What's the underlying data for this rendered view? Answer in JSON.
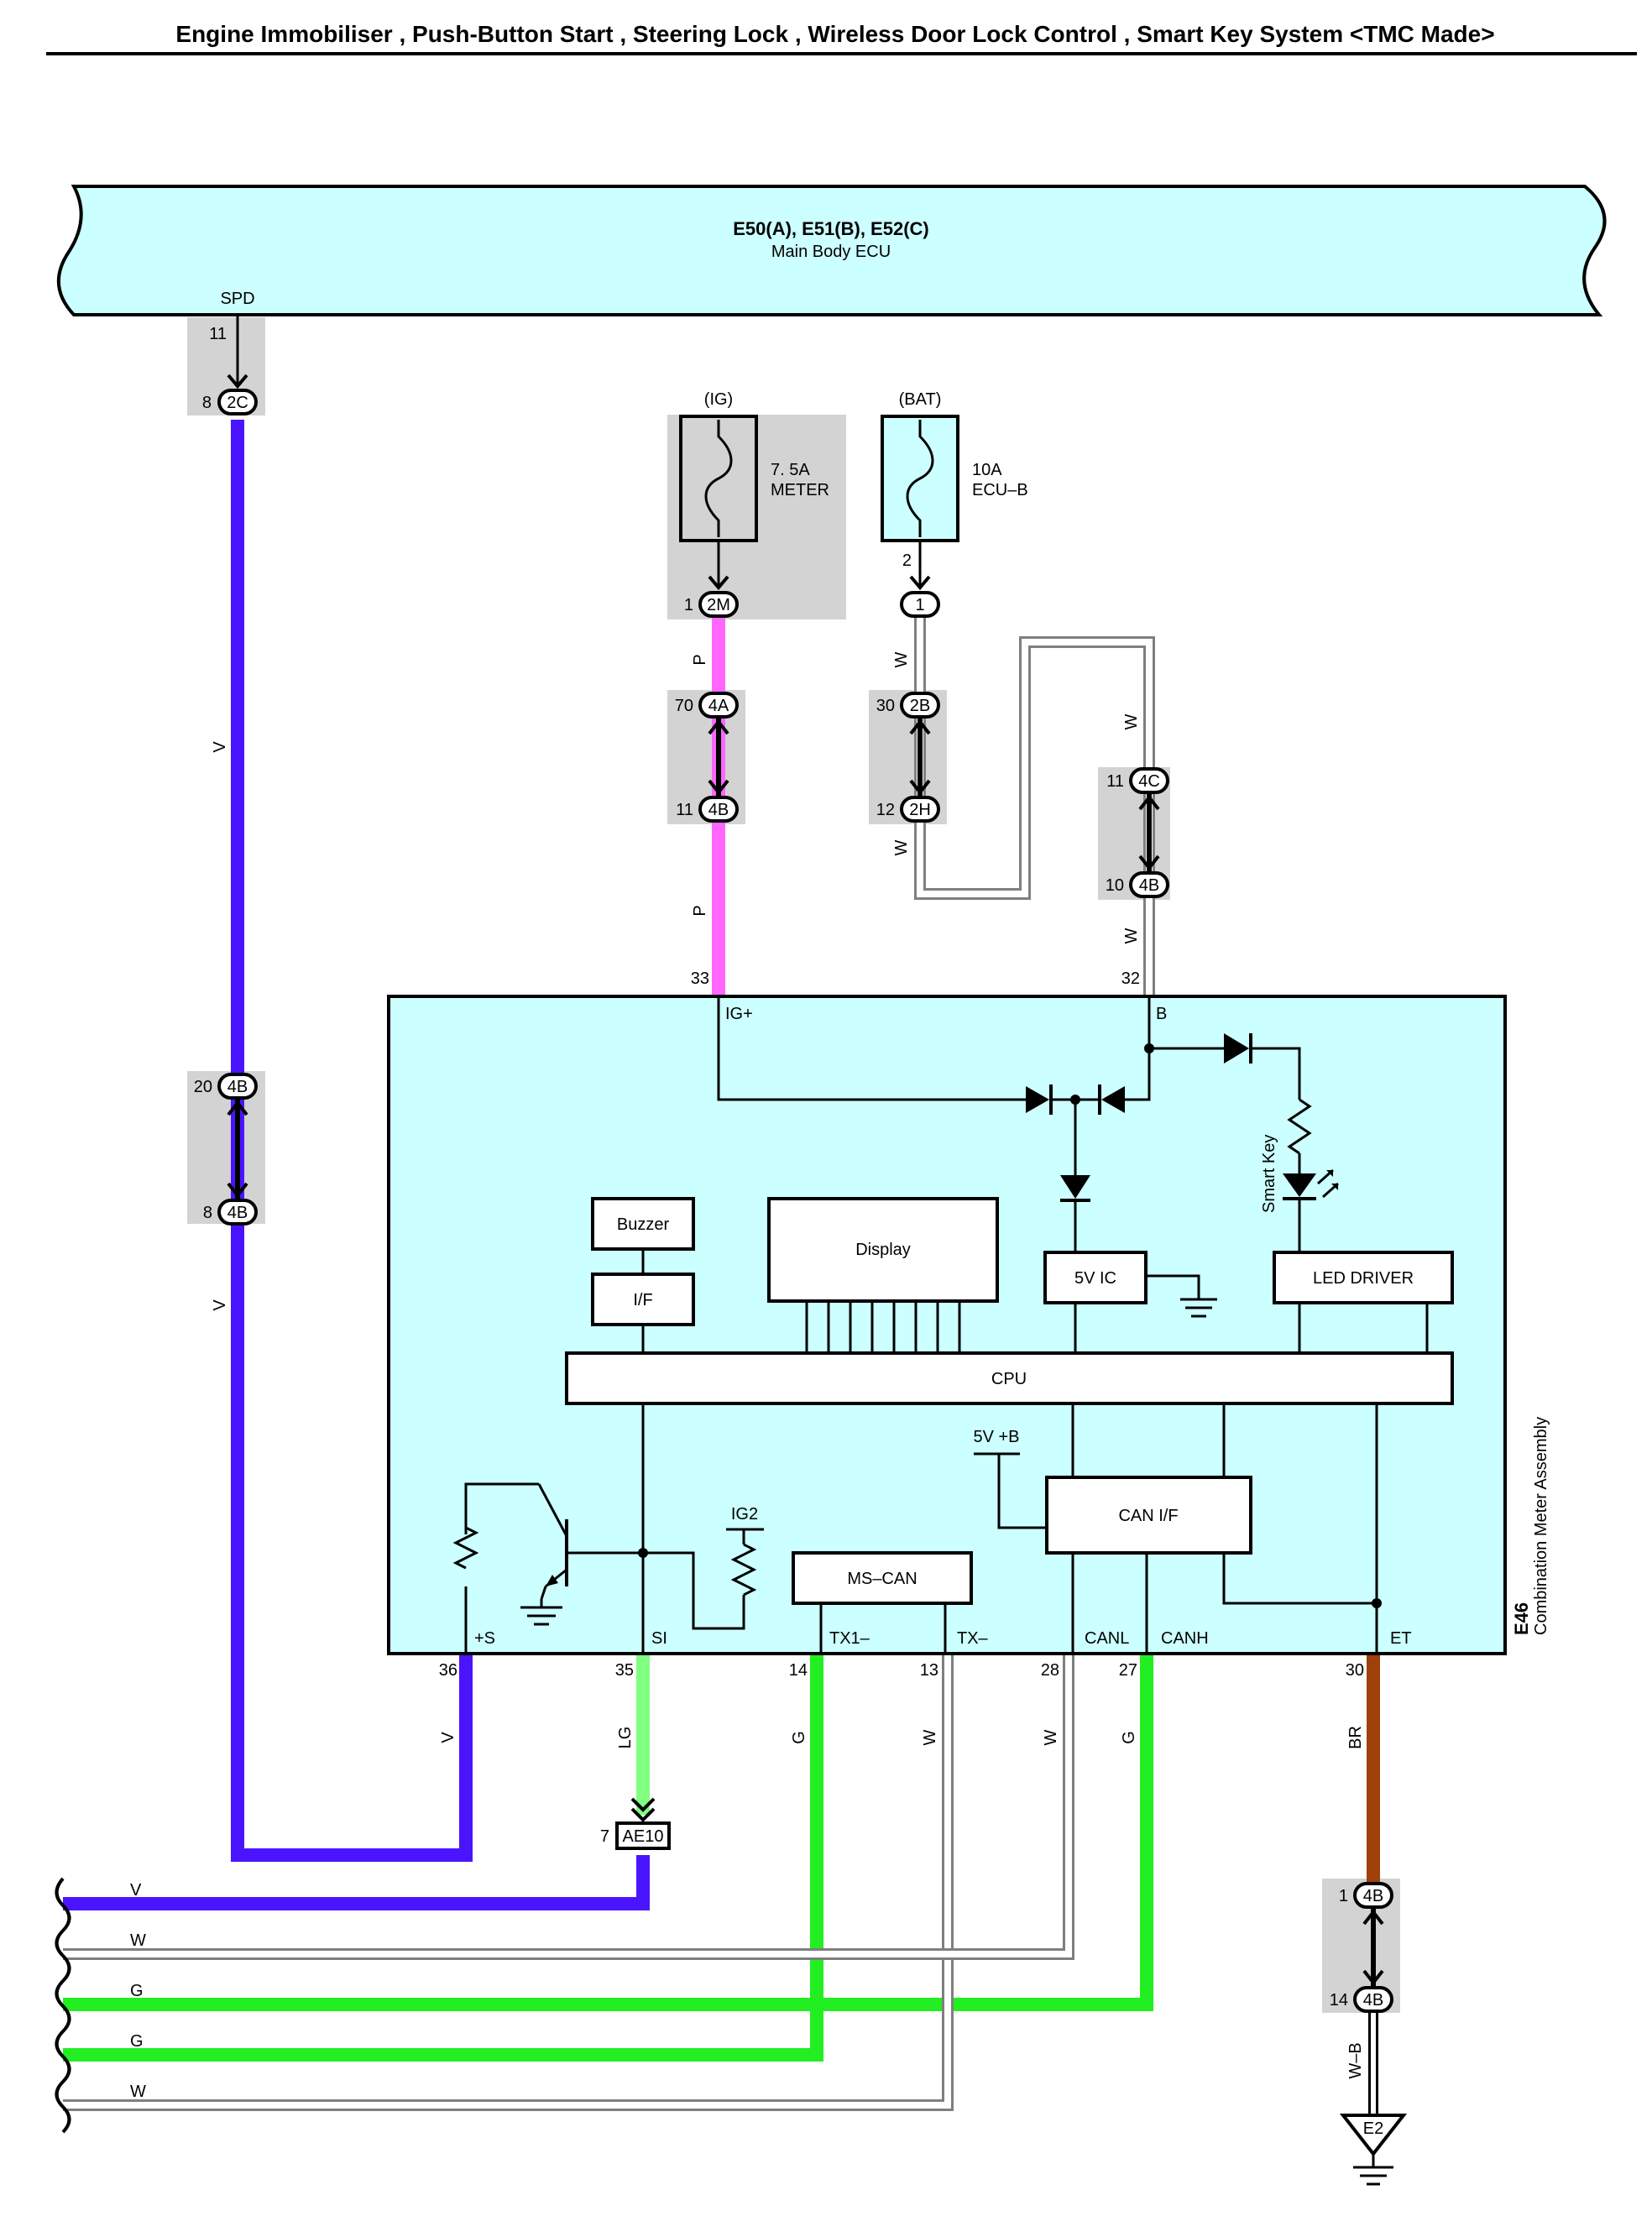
{
  "page_title": "Engine Immobiliser , Push-Button Start , Steering Lock , Wireless Door Lock Control , Smart Key System <TMC Made>",
  "colors": {
    "component_fill": "#ccffff",
    "connector_fill": "#d3d3d3",
    "wire_V": "#4a14ff",
    "wire_P": "#ff66ff",
    "wire_LG": "#80ff80",
    "wire_G": "#22ee22",
    "wire_BR": "#a0400a",
    "wire_W_outline": "#7f7f7f"
  },
  "main_body_ecu": {
    "connectors": "E50(A), E51(B), E52(C)",
    "name": "Main Body ECU",
    "terminal": "SPD"
  },
  "fuses": [
    {
      "power": "(IG)",
      "rating": "7. 5A",
      "name": "METER"
    },
    {
      "power": "(BAT)",
      "rating": "10A",
      "name": "ECU–B"
    }
  ],
  "meter": {
    "id": "E46",
    "name": "Combination Meter Assembly",
    "blocks": {
      "buzzer": "Buzzer",
      "interface": "I/F",
      "display": "Display",
      "five_v_ic": "5V IC",
      "led_driver": "LED DRIVER",
      "cpu": "CPU",
      "can_if": "CAN I/F",
      "ms_can": "MS–CAN"
    },
    "labels": {
      "smart_key": "Smart Key",
      "ig2": "IG2",
      "five_v_b": "5V +B"
    },
    "terminals": {
      "ig_plus": "IG+",
      "b": "B",
      "plus_s": "+S",
      "si": "SI",
      "tx1": "TX1–",
      "tx_minus": "TX–",
      "canl": "CANL",
      "canh": "CANH",
      "et": "ET"
    },
    "pin_numbers": {
      "ig_plus": "33",
      "b": "32",
      "plus_s": "36",
      "si": "35",
      "tx1": "14",
      "tx_minus": "13",
      "canl": "28",
      "canh": "27",
      "et": "30"
    }
  },
  "junctions": {
    "j2c": {
      "id": "2C",
      "pin": "8",
      "top_pin": "11"
    },
    "j2m": {
      "id": "2M",
      "pin": "1"
    },
    "j1": {
      "id": "1",
      "top_pin": "2"
    },
    "j4a": {
      "id": "4A",
      "pin": "70"
    },
    "j4b_p": {
      "id": "4B",
      "pin": "11"
    },
    "j2b": {
      "id": "2B",
      "pin": "30"
    },
    "j2h": {
      "id": "2H",
      "pin": "12"
    },
    "j4c": {
      "id": "4C",
      "pin": "11"
    },
    "j4b_w": {
      "id": "4B",
      "pin": "10"
    },
    "j4b_v1": {
      "id": "4B",
      "pin": "20"
    },
    "j4b_v2": {
      "id": "4B",
      "pin": "8"
    },
    "ae10": {
      "id": "AE10",
      "pin": "7"
    },
    "j4b_br1": {
      "id": "4B",
      "pin": "1"
    },
    "j4b_br2": {
      "id": "4B",
      "pin": "14"
    },
    "ground": {
      "id": "E2"
    }
  },
  "wire_labels": {
    "v": "V",
    "p": "P",
    "w": "W",
    "lg": "LG",
    "g": "G",
    "br": "BR",
    "wb": "W–B"
  },
  "bus_labels": [
    "V",
    "W",
    "G",
    "G",
    "W"
  ]
}
